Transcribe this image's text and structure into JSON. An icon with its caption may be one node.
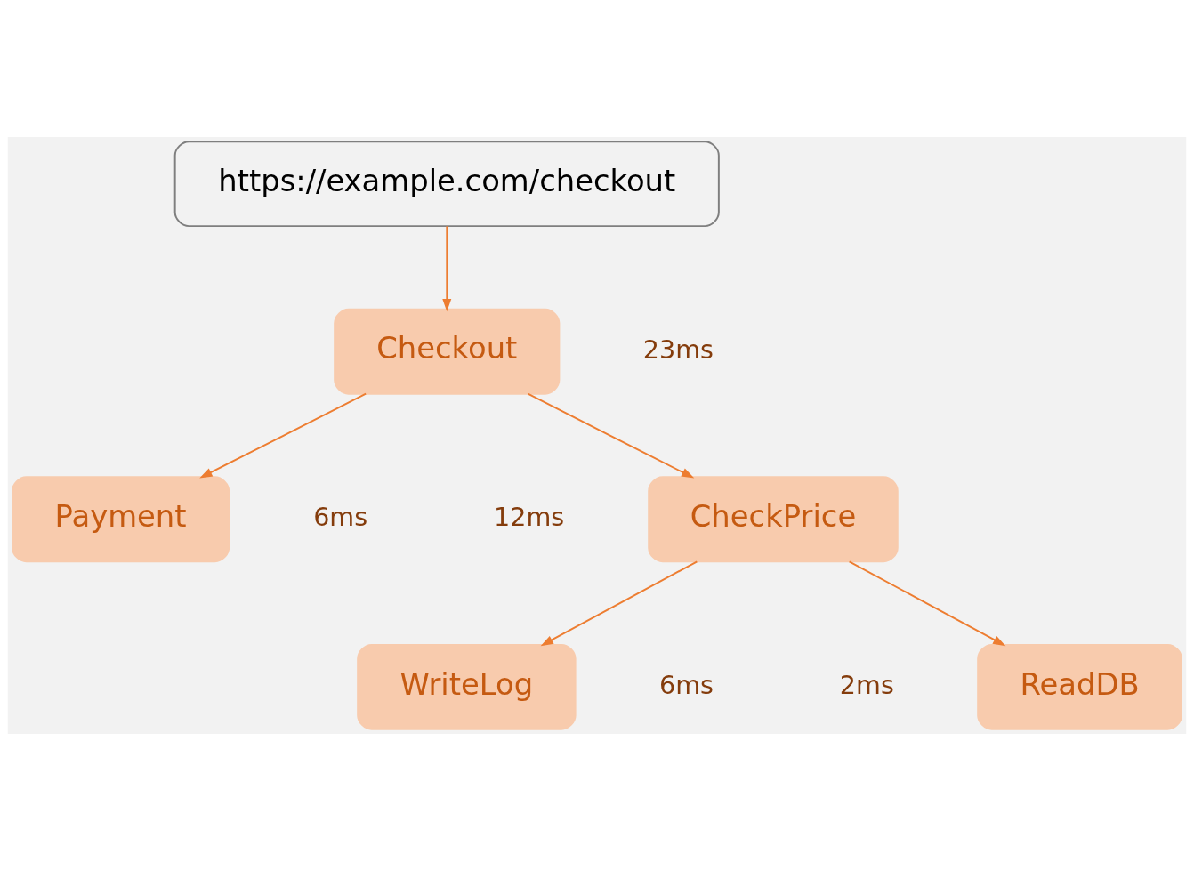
{
  "diagram": {
    "nodes": [
      {
        "text": [
          "https://example.com/checkout"
        ]
      },
      {
        "text": [
          "Checkout"
        ],
        "beside": [
          "23ms"
        ]
      },
      {
        "text": [
          "CheckPrice"
        ],
        "beside": [
          "12ms"
        ]
      },
      {
        "text": [
          "Payment"
        ],
        "beside": [
          "6ms"
        ]
      },
      {
        "text": [
          "ReadDB"
        ],
        "beside": [
          "2ms"
        ]
      },
      {
        "text": [
          "WriteLog"
        ],
        "beside": [
          "6ms"
        ]
      }
    ],
    "edges": [
      {
        "from": 0,
        "to": 1,
        "arrow": "to"
      },
      {
        "from": 1,
        "to": 2,
        "arrow": "to"
      },
      {
        "from": 1,
        "to": 3,
        "arrow": "to"
      },
      {
        "from": 2,
        "to": 4,
        "arrow": "to"
      },
      {
        "from": 2,
        "to": 5,
        "arrow": "to"
      }
    ]
  }
}
